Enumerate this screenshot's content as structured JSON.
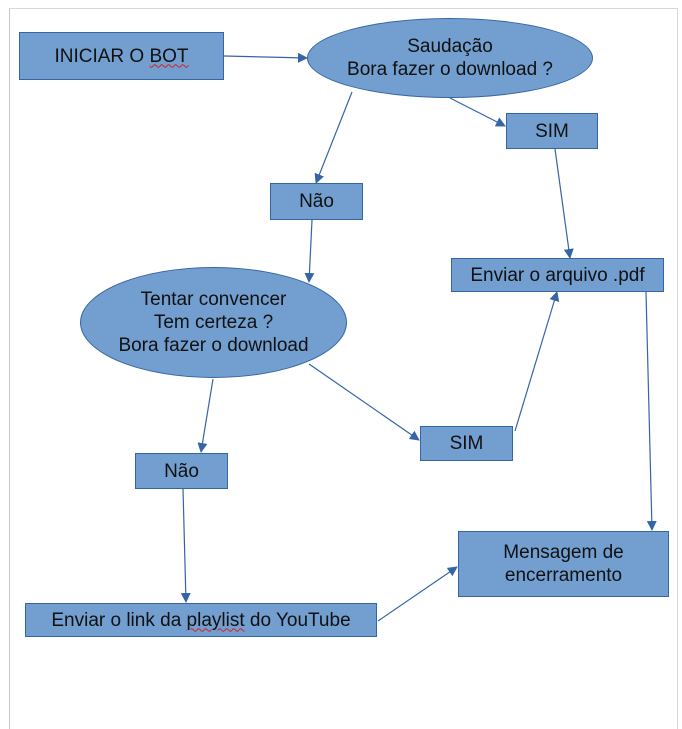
{
  "colors": {
    "node_fill": "#729fcf",
    "node_border": "#3465a4",
    "arrow": "#3465a4",
    "spellcheck_underline": "#d62020"
  },
  "nodes": {
    "start": {
      "before": "INICIAR O ",
      "flagged": "BOT",
      "after": ""
    },
    "greeting": {
      "line1": "Saudação",
      "line2": "Bora fazer o download ?"
    },
    "yes_1": {
      "label": "SIM"
    },
    "no_1": {
      "label": "Não"
    },
    "send_pdf": {
      "label": "Enviar o arquivo .pdf"
    },
    "convince": {
      "line1": "Tentar convencer",
      "line2": "Tem certeza ?",
      "line3": "Bora fazer o download"
    },
    "yes_2": {
      "label": "SIM"
    },
    "no_2": {
      "label": "Não"
    },
    "closing": {
      "line1": "Mensagem de",
      "line2": "encerramento"
    },
    "send_playlist": {
      "before": "Enviar o link da ",
      "flagged": "playlist",
      "after": " do YouTube"
    }
  },
  "connections": [
    {
      "from": "start",
      "to": "greeting"
    },
    {
      "from": "greeting",
      "to": "yes_1"
    },
    {
      "from": "greeting",
      "to": "no_1"
    },
    {
      "from": "yes_1",
      "to": "send_pdf"
    },
    {
      "from": "no_1",
      "to": "convince"
    },
    {
      "from": "convince",
      "to": "yes_2"
    },
    {
      "from": "convince",
      "to": "no_2"
    },
    {
      "from": "yes_2",
      "to": "send_pdf"
    },
    {
      "from": "send_pdf",
      "to": "closing"
    },
    {
      "from": "no_2",
      "to": "send_playlist"
    },
    {
      "from": "send_playlist",
      "to": "closing"
    }
  ]
}
